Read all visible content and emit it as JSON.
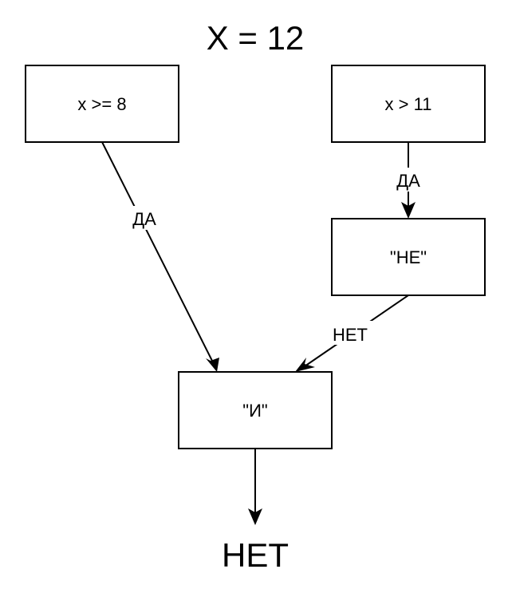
{
  "title": "X = 12",
  "nodes": {
    "cond_ge8": "x >= 8",
    "cond_gt11": "x > 11",
    "not_gate": "\"НЕ\"",
    "and_gate": "\"И\""
  },
  "edges": {
    "ge8_to_and": "ДА",
    "gt11_to_not": "ДА",
    "not_to_and": "НЕТ"
  },
  "result": "НЕТ"
}
